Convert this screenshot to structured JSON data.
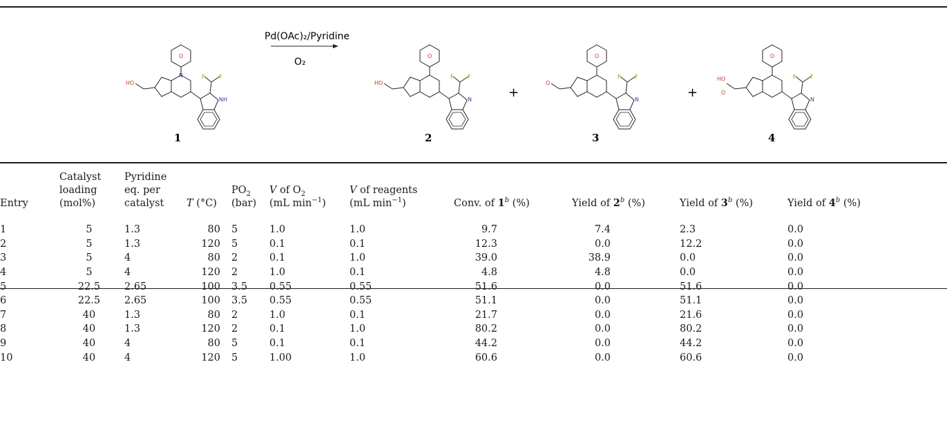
{
  "scheme": {
    "reagent_top": "Pd(OAc)₂/Pyridine",
    "reagent_bottom": "O₂",
    "plus": "+",
    "compound_labels": [
      "1",
      "2",
      "3",
      "4"
    ],
    "atoms": {
      "oh": "HO",
      "o": "O",
      "n": "N",
      "nh": "NH",
      "f": "F"
    }
  },
  "headers": {
    "entry": "Entry",
    "catalyst": [
      "Catalyst",
      "loading",
      "(mol%)"
    ],
    "pyridine": [
      "Pyridine",
      "eq. per",
      "catalyst"
    ],
    "temp_italic": "T",
    "temp_unit": " (°C)",
    "po2_a": "PO",
    "po2_sub": "2",
    "po2_b": "(bar)",
    "vo2_italic": "V",
    "vo2_a": " of O",
    "vo2_sub": "2",
    "vo2_unit": "(mL min",
    "vo2_sup": "−1",
    "vo2_close": ")",
    "vre_italic": "V",
    "vre_a": " of reagents",
    "vre_unit": "(mL min",
    "vre_sup": "−1",
    "vre_close": ")",
    "conv_a": "Conv. of ",
    "conv_num": "1",
    "conv_sup": "b",
    "conv_b": " (%)",
    "y2_a": "Yield of ",
    "y2_num": "2",
    "y2_sup": "b",
    "y2_b": " (%)",
    "y3_a": "Yield of ",
    "y3_num": "3",
    "y3_sup": "b",
    "y3_b": " (%)",
    "y4_a": "Yield of ",
    "y4_num": "4",
    "y4_sup": "b",
    "y4_b": " (%)"
  },
  "rows": [
    [
      "1",
      "5",
      "1.3",
      "80",
      "5",
      "1.0",
      "1.0",
      "9.7",
      "7.4",
      "2.3",
      "0.0"
    ],
    [
      "2",
      "5",
      "1.3",
      "120",
      "5",
      "0.1",
      "0.1",
      "12.3",
      "0.0",
      "12.2",
      "0.0"
    ],
    [
      "3",
      "5",
      "4",
      "80",
      "2",
      "0.1",
      "1.0",
      "39.0",
      "38.9",
      "0.0",
      "0.0"
    ],
    [
      "4",
      "5",
      "4",
      "120",
      "2",
      "1.0",
      "0.1",
      "4.8",
      "4.8",
      "0.0",
      "0.0"
    ],
    [
      "5",
      "22.5",
      "2.65",
      "100",
      "3.5",
      "0.55",
      "0.55",
      "51.6",
      "0.0",
      "51.6",
      "0.0"
    ],
    [
      "6",
      "22.5",
      "2.65",
      "100",
      "3.5",
      "0.55",
      "0.55",
      "51.1",
      "0.0",
      "51.1",
      "0.0"
    ],
    [
      "7",
      "40",
      "1.3",
      "80",
      "2",
      "1.0",
      "0.1",
      "21.7",
      "0.0",
      "21.6",
      "0.0"
    ],
    [
      "8",
      "40",
      "1.3",
      "120",
      "2",
      "0.1",
      "1.0",
      "80.2",
      "0.0",
      "80.2",
      "0.0"
    ],
    [
      "9",
      "40",
      "4",
      "80",
      "5",
      "0.1",
      "0.1",
      "44.2",
      "0.0",
      "44.2",
      "0.0"
    ],
    [
      "10",
      "40",
      "4",
      "120",
      "5",
      "1.00",
      "1.0",
      "60.6",
      "0.0",
      "60.6",
      "0.0"
    ]
  ]
}
